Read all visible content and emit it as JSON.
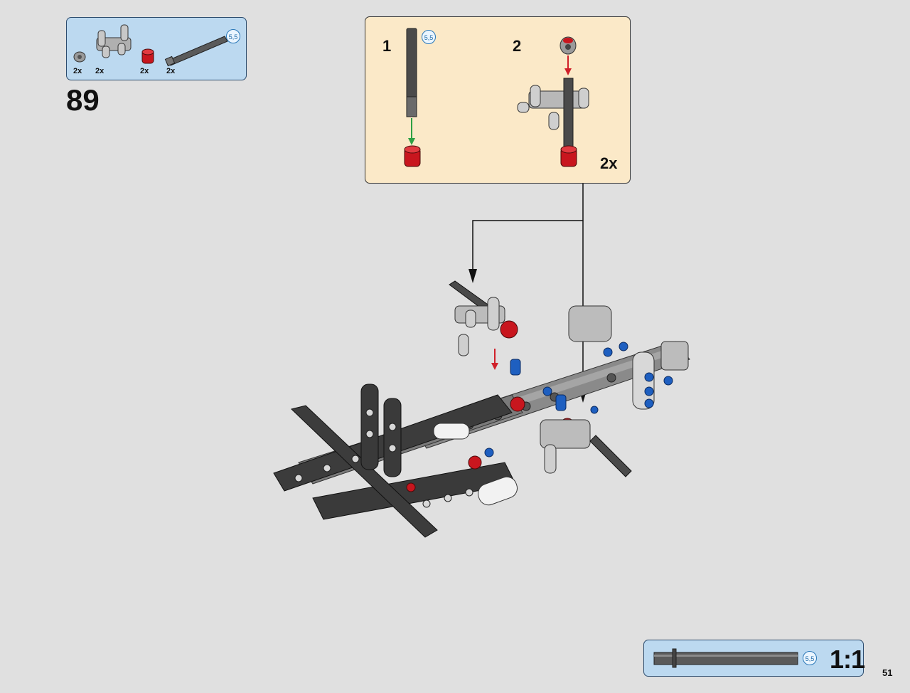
{
  "parts_list": {
    "items": [
      {
        "icon": "bush-half-gray",
        "qty": "2x"
      },
      {
        "icon": "cross-block-gray",
        "qty": "2x"
      },
      {
        "icon": "bush-red",
        "qty": "2x"
      },
      {
        "icon": "axle-5-5-dark-gray",
        "qty": "2x"
      }
    ],
    "axle_length_badge": "5,5"
  },
  "step": {
    "number": "89"
  },
  "sub_assembly": {
    "step1_label": "1",
    "step2_label": "2",
    "axle_length_badge": "5,5",
    "multiplier": "2x"
  },
  "scale_guide": {
    "ratio": "1:1",
    "axle_length_badge": "5,5"
  },
  "page": {
    "number": "51"
  },
  "colors": {
    "parts_box_bg": "#bcd9f0",
    "sub_box_bg": "#fbe9c8",
    "page_bg": "#e0e0e0",
    "arrow_green": "#2ea043",
    "arrow_red": "#d0202a",
    "brick_dark": "#4a4a4a",
    "brick_light": "#a8a8a8",
    "pin_blue": "#1e5fc0",
    "pin_red": "#c8161e"
  }
}
